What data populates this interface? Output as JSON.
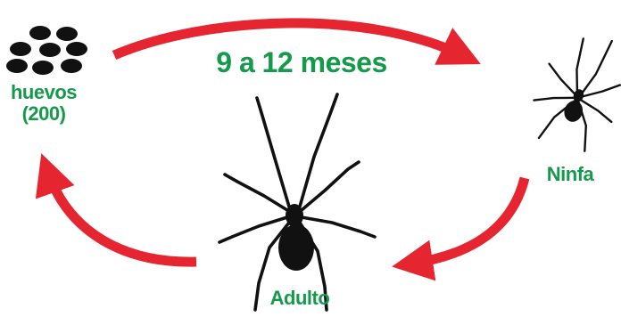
{
  "duration": "9 a 12 meses",
  "stages": {
    "eggs": {
      "line1": "huevos",
      "line2": "(200)"
    },
    "nymph": "Ninfa",
    "adult": "Adulto"
  },
  "colors": {
    "arrow": "#e52530",
    "label": "#159a4b",
    "spider": "#111111"
  }
}
